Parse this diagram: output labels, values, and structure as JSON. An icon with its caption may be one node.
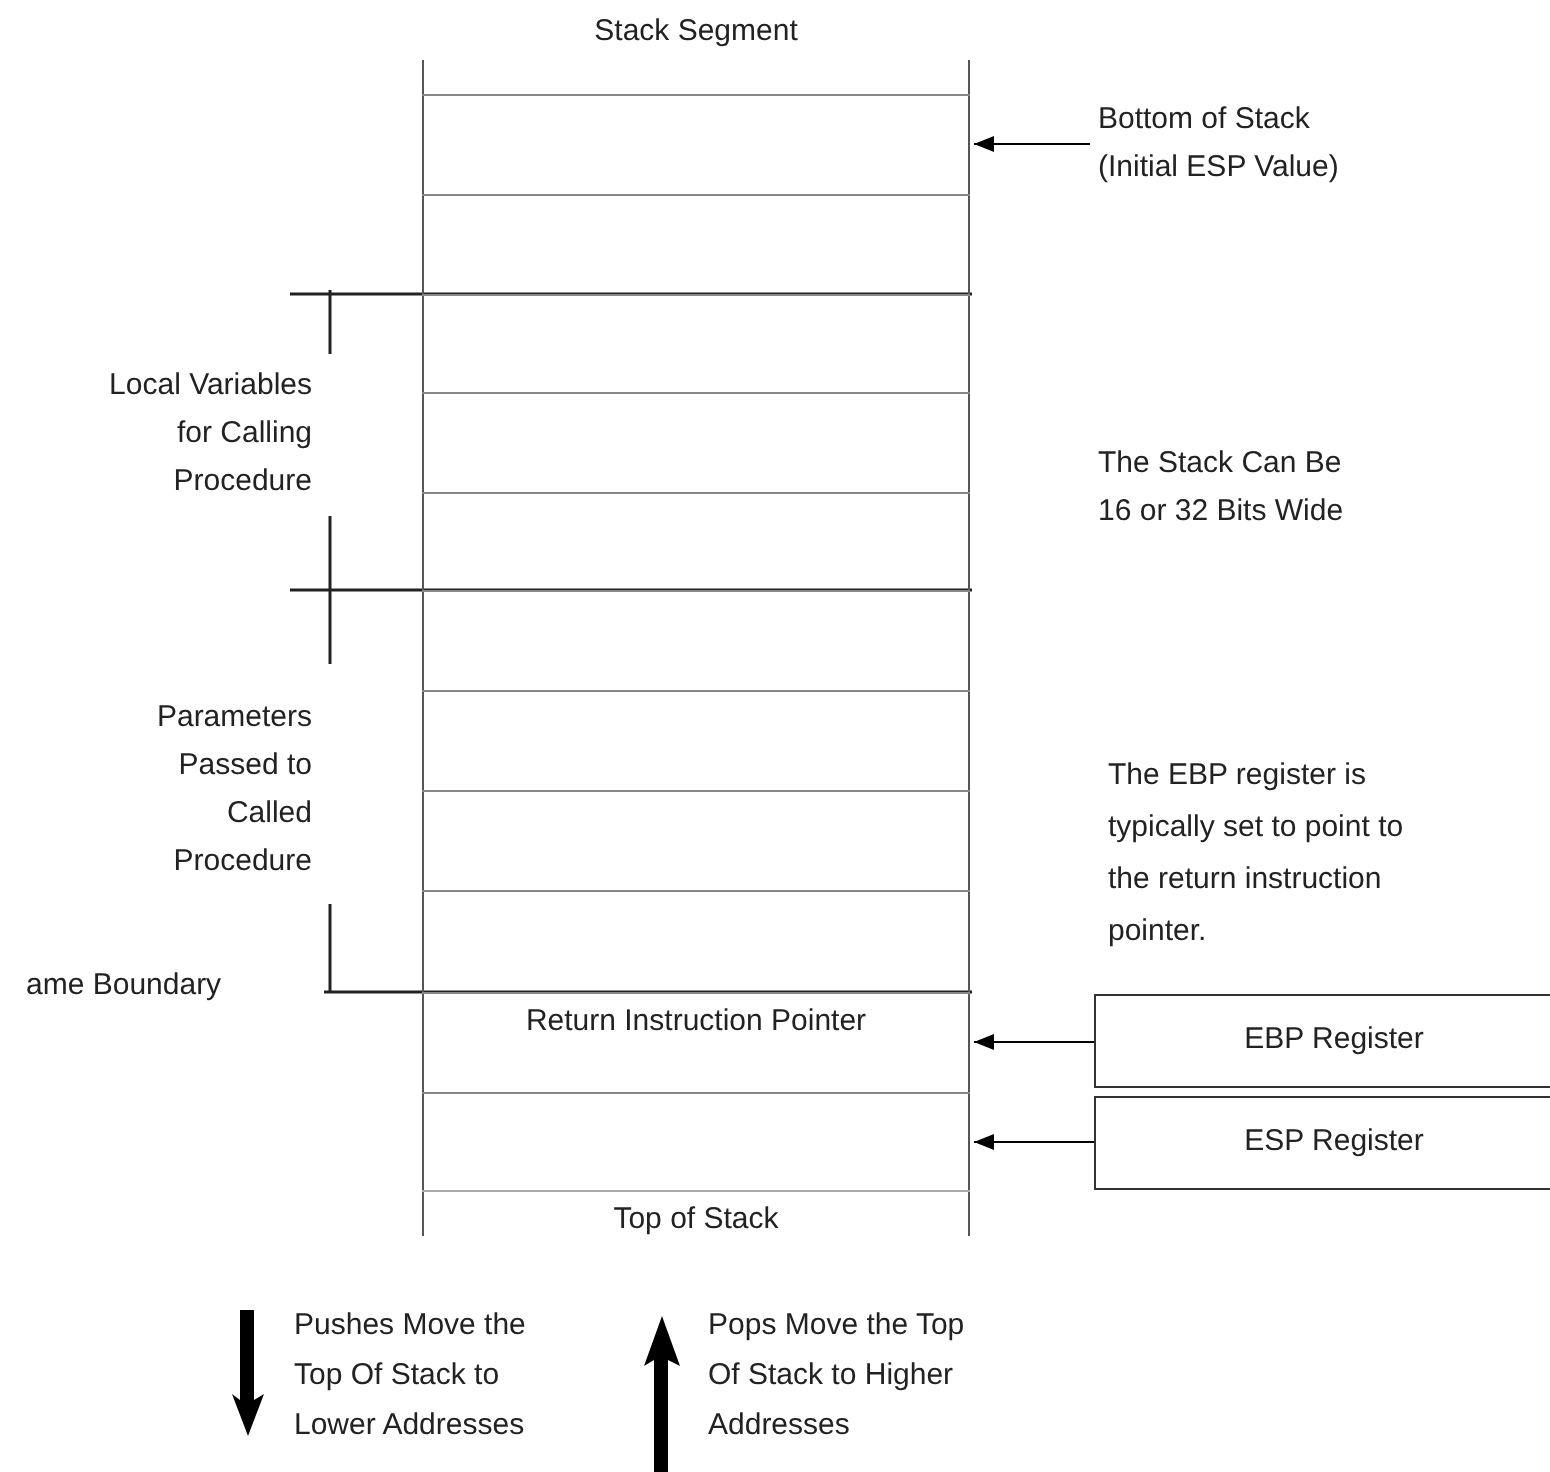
{
  "diagram": {
    "nodes": [
      {
        "text": [
          "Stack Segment",
          "Top of Stack"
        ]
      },
      {
        "text": [],
        "shape": "box",
        "in": 0
      },
      {
        "text": [],
        "shape": "box",
        "in": 0
      },
      {
        "text": [],
        "shape": "box",
        "in": 0
      },
      {
        "text": [],
        "shape": "box",
        "in": 0
      },
      {
        "text": [],
        "shape": "box",
        "in": 0
      },
      {
        "text": [],
        "shape": "box",
        "in": 0
      },
      {
        "text": [],
        "shape": "box",
        "in": 0
      },
      {
        "text": [],
        "shape": "box",
        "in": 0
      },
      {
        "text": [],
        "shape": "box",
        "in": 0
      },
      {
        "text": [
          "Return Instruction Pointer"
        ],
        "in": 0
      },
      {
        "text": [],
        "shape": "box",
        "in": 0
      },
      {
        "text": [
          "Bottom of Stack (Initial ESP Value)"
        ]
      },
      {
        "text": [
          "EBP Register"
        ]
      },
      {
        "text": [
          "ESP Register"
        ]
      }
    ],
    "edges": [
      {
        "from": 12,
        "to": 1,
        "arrow": "to"
      },
      {
        "from": 13,
        "to": 10,
        "arrow": "to"
      },
      {
        "from": 14,
        "to": 11,
        "arrow": "to"
      }
    ],
    "labels": [
      "Local Variables for Calling Procedure",
      "The Stack Can Be 16 or 32 Bits Wide",
      "Parameters Passed to Called Procedure",
      "The EBP register is typically set to point to the return instruction pointer.",
      "ame Boundary",
      "Pushes Move the Top Of Stack to Lower Addresses",
      "Pops Move the Top Of Stack to Higher Addresses"
    ]
  }
}
